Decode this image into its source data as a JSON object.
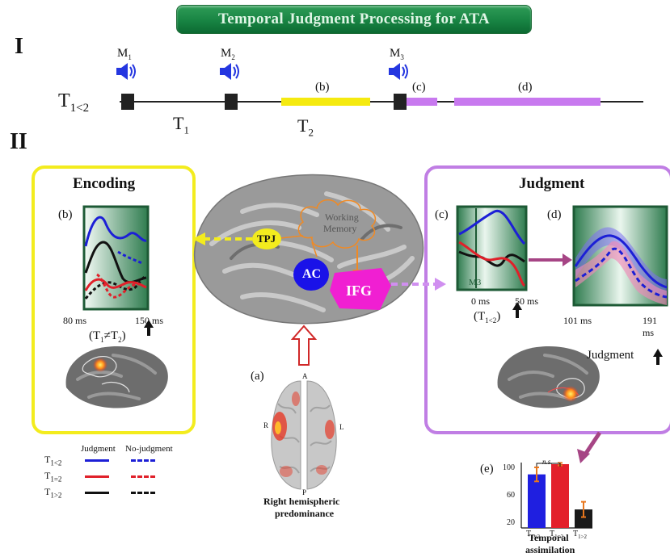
{
  "banner": {
    "title": "Temporal Judgment  Processing for ATA"
  },
  "section1": {
    "numeral": "I",
    "condition": "T",
    "condition_sub": "1<2",
    "markers": [
      {
        "label": "M",
        "sub": "1"
      },
      {
        "label": "M",
        "sub": "2"
      },
      {
        "label": "M",
        "sub": "3"
      }
    ],
    "interval1": {
      "label": "T",
      "sub": "1"
    },
    "interval2": {
      "label": "T",
      "sub": "2"
    },
    "phase_b": "(b)",
    "phase_c": "(c)",
    "phase_d": "(d)"
  },
  "section2": {
    "numeral": "II",
    "encoding": {
      "title": "Encoding",
      "panel": "(b)",
      "x_start": "80 ms",
      "x_end": "150 ms",
      "condition_prefix": "(T",
      "condition_sub1": "1",
      "condition_mid": "≠T",
      "condition_sub2": "2",
      "condition_suffix": ")"
    },
    "judgment": {
      "title": "Judgment",
      "panel_c": "(c)",
      "c_marker": "M3",
      "c_x_start": "0 ms",
      "c_x_end": "50 ms",
      "c_condition_prefix": "(T",
      "c_condition_sub": "1<2",
      "c_condition_suffix": ")",
      "panel_d": "(d)",
      "d_x_start": "101 ms",
      "d_x_end": "191 ms",
      "d_caption": "Judgment"
    },
    "brain": {
      "tpj": "TPJ",
      "ac": "AC",
      "ifg": "IFG",
      "wm_line1": "Working",
      "wm_line2": "Memory",
      "panel_a": "(a)",
      "axis_a": "A",
      "axis_p": "P",
      "axis_r": "R",
      "axis_l": "L",
      "caption_line1": "Right hemispheric",
      "caption_line2": "predominance"
    },
    "legend": {
      "col1": "Judgment",
      "col2": "No-judgment",
      "rows": [
        {
          "label": "T",
          "sub": "1<2",
          "color": "#1c1fd6"
        },
        {
          "label": "T",
          "sub": "1=2",
          "color": "#e0202a"
        },
        {
          "label": "T",
          "sub": "1>2",
          "color": "#111111"
        }
      ]
    },
    "bar_panel": {
      "panel": "(e)",
      "ns": "n.s.",
      "y_ticks": [
        "100",
        "60",
        "20"
      ],
      "caption_line1": "Temporal",
      "caption_line2": "assimilation"
    }
  },
  "chart_data": {
    "type": "bar",
    "categories": [
      "T1<2",
      "T1=2",
      "T1>2"
    ],
    "values": [
      84,
      100,
      29
    ],
    "errors": [
      11,
      2,
      12
    ],
    "colors": [
      "#1f1fe0",
      "#e3202b",
      "#1a1a1a"
    ],
    "ylim": [
      0,
      100
    ],
    "title": "",
    "xlabel": "",
    "ylabel": ""
  }
}
